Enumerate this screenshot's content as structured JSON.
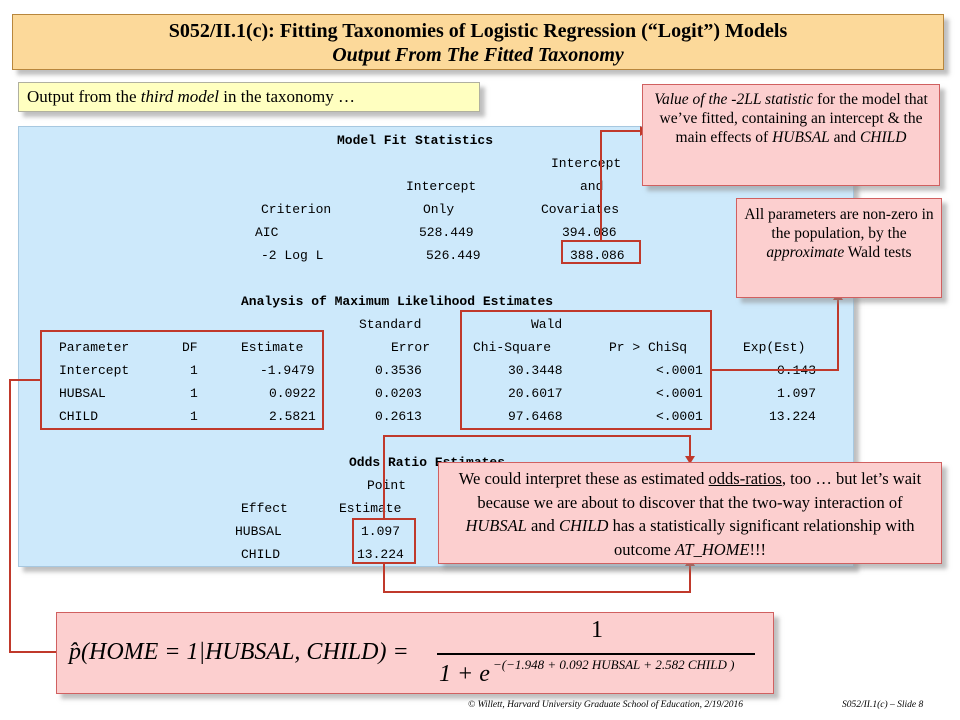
{
  "slide": {
    "title_line1": "S052/II.1(c): Fitting Taxonomies of Logistic Regression (“Logit”) Models",
    "title_line2": "Output From The Fitted Taxonomy",
    "subtitle_pre": "Output from the ",
    "subtitle_em": "third model",
    "subtitle_post": " in the taxonomy …"
  },
  "fit": {
    "heading": "Model Fit Statistics",
    "col_header_intercept_top": "Intercept",
    "col_header_and": "and",
    "col_header_intercept": "Intercept",
    "col_header_criterion": "Criterion",
    "col_header_only": "Only",
    "col_header_covariates": "Covariates",
    "rows": [
      {
        "criterion": "AIC",
        "only": "528.449",
        "cov": "394.086"
      },
      {
        "criterion": "-2 Log L",
        "only": "526.449",
        "cov": "388.086"
      }
    ]
  },
  "mle": {
    "heading": "Analysis of Maximum Likelihood Estimates",
    "hdr_standard": "Standard",
    "hdr_wald": "Wald",
    "headers": [
      "Parameter",
      "DF",
      "Estimate",
      "Error",
      "Chi-Square",
      "Pr > ChiSq",
      "Exp(Est)"
    ],
    "rows": [
      {
        "param": "Intercept",
        "df": "1",
        "est": "-1.9479",
        "se": "0.3536",
        "chi": "30.3448",
        "p": "<.0001",
        "exp": "0.143"
      },
      {
        "param": "HUBSAL",
        "df": "1",
        "est": "0.0922",
        "se": "0.0203",
        "chi": "20.6017",
        "p": "<.0001",
        "exp": "1.097"
      },
      {
        "param": "CHILD",
        "df": "1",
        "est": "2.5821",
        "se": "0.2613",
        "chi": "97.6468",
        "p": "<.0001",
        "exp": "13.224"
      }
    ]
  },
  "odds": {
    "heading": "Odds Ratio Estimates",
    "hdr_point": "Point",
    "hdr_effect": "Effect",
    "hdr_estimate": "Estimate",
    "rows": [
      {
        "effect": "HUBSAL",
        "est": "1.097"
      },
      {
        "effect": "CHILD",
        "est": "13.224"
      }
    ]
  },
  "callouts": {
    "neg2ll": {
      "a_em": "Value of the -2LL statistic",
      "b": " for the model that we’ve fitted, containing an intercept & the main effects of ",
      "c_em": "HUBSAL",
      "d": " and ",
      "e_em": "CHILD"
    },
    "wald": {
      "a": "All parameters are non-zero in the population, by the ",
      "b_em": "approximate",
      "c": " Wald tests"
    },
    "odds": {
      "a": "We could interpret these as estimated ",
      "b_u": "odds-ratios",
      "c": ", too … but let’s wait because we are about to discover that the two-way interaction of ",
      "d_em": "HUBSAL",
      "e": " and ",
      "f_em": "CHILD",
      "g": " has a statistically significant relationship with outcome ",
      "h_em": "AT_HOME",
      "i": "!!!"
    }
  },
  "formula": {
    "lhs": "p̂(HOME = 1|HUBSAL, CHILD) =",
    "numerator": "1",
    "denom_prefix": "1 + e",
    "exponent": "−(−1.948 + 0.092 HUBSAL + 2.582 CHILD )"
  },
  "footer": {
    "left": "© Willett, Harvard University Graduate School of Education, 2/19/2016",
    "right": "S052/II.1(c) – Slide 8"
  },
  "colors": {
    "title_bg": "#fcd99a",
    "subtitle_bg": "#ffffc0",
    "output_bg": "#cde9fb",
    "callout_bg": "#fccfcf",
    "highlight_red": "#c0392b"
  }
}
